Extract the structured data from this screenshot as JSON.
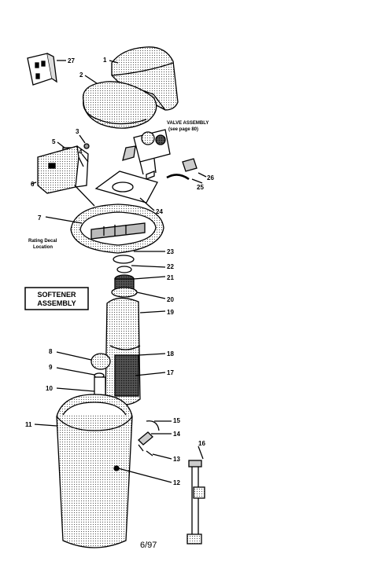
{
  "title_box": {
    "line1": "SOFTENER",
    "line2": "ASSEMBLY"
  },
  "notes": {
    "valve_line1": "VALVE ASSEMBLY",
    "valve_line2": "(see page 80)",
    "rating_line1": "Rating Decal",
    "rating_line2": "Location"
  },
  "callouts": {
    "p1": "1",
    "p2": "2",
    "p3": "3",
    "p4": "4",
    "p5": "5",
    "p6": "6",
    "p7": "7",
    "p8": "8",
    "p9": "9",
    "p10": "10",
    "p11": "11",
    "p12": "12",
    "p13": "13",
    "p14": "14",
    "p15": "15",
    "p16": "16",
    "p17": "17",
    "p18": "18",
    "p19": "19",
    "p20": "20",
    "p21": "21",
    "p22": "22",
    "p23": "23",
    "p24": "24",
    "p25": "25",
    "p26": "26",
    "p27": "27"
  },
  "footer": {
    "page": "6/97"
  }
}
